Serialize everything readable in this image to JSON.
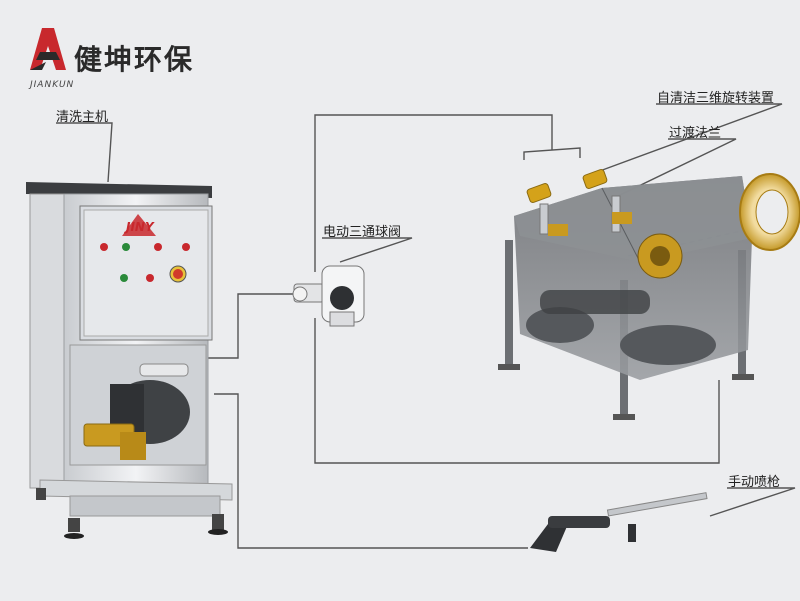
{
  "brand": {
    "name": "健坤环保",
    "subtitle": "JIANKUN",
    "panel_logo": "JINY"
  },
  "labels": {
    "main_unit": "清洗主机",
    "three_way_valve": "电动三通球阀",
    "rotary_device": "自清洁三维旋转装置",
    "transition_flange": "过渡法兰",
    "manual_gun": "手动喷枪"
  },
  "colors": {
    "accent_red": "#c8282d",
    "line": "#555555",
    "brass": "#d4a21a"
  }
}
